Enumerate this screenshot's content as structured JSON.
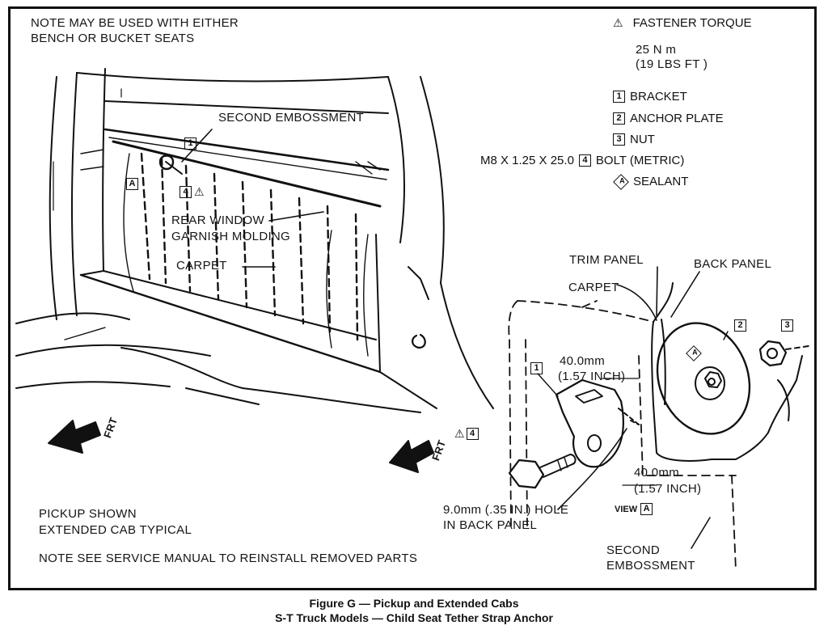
{
  "notes": {
    "note_top_line1": "NOTE  MAY BE USED WITH EITHER",
    "note_top_line2": "BENCH OR BUCKET SEATS",
    "pickup_line1": "PICKUP SHOWN",
    "pickup_line2": "EXTENDED CAB TYPICAL",
    "note_bottom": "NOTE  SEE SERVICE MANUAL TO REINSTALL REMOVED PARTS"
  },
  "legend": {
    "torque_title": "FASTENER TORQUE",
    "torque_line1": "25 N m",
    "torque_line2": "(19 LBS  FT )",
    "items": [
      {
        "num": "1",
        "label": "BRACKET"
      },
      {
        "num": "2",
        "label": "ANCHOR PLATE"
      },
      {
        "num": "3",
        "label": "NUT"
      },
      {
        "num": "4",
        "label": "BOLT (METRIC)",
        "prefix": "M8 X 1.25 X 25.0"
      }
    ],
    "sealant_letter": "A",
    "sealant_label": "SEALANT"
  },
  "left_labels": {
    "second_embossment": "SECOND EMBOSSMENT",
    "rear_window_line1": "REAR WINDOW",
    "rear_window_line2": "GARNISH MOLDING",
    "carpet": "CARPET",
    "frt": "FRT",
    "callout_1": "1",
    "callout_4": "4",
    "callout_a": "A"
  },
  "right_labels": {
    "trim_panel": "TRIM PANEL",
    "back_panel": "BACK PANEL",
    "carpet": "CARPET",
    "dim1_line1": "40.0mm",
    "dim1_line2": "(1.57 INCH)",
    "dim2_line1": "40.0mm",
    "dim2_line2": "(1.57 INCH)",
    "hole_line1": "9.0mm (.35 IN.) HOLE",
    "hole_line2": "IN BACK PANEL",
    "view_label": "VIEW",
    "view_letter": "A",
    "second_emb_line1": "SECOND",
    "second_emb_line2": "EMBOSSMENT",
    "frt": "FRT",
    "callout_1": "1",
    "callout_2": "2",
    "callout_3": "3",
    "callout_4": "4",
    "callout_a": "A"
  },
  "caption": {
    "line1": "Figure G — Pickup and Extended Cabs",
    "line2": "S-T Truck Models — Child Seat Tether Strap Anchor"
  }
}
